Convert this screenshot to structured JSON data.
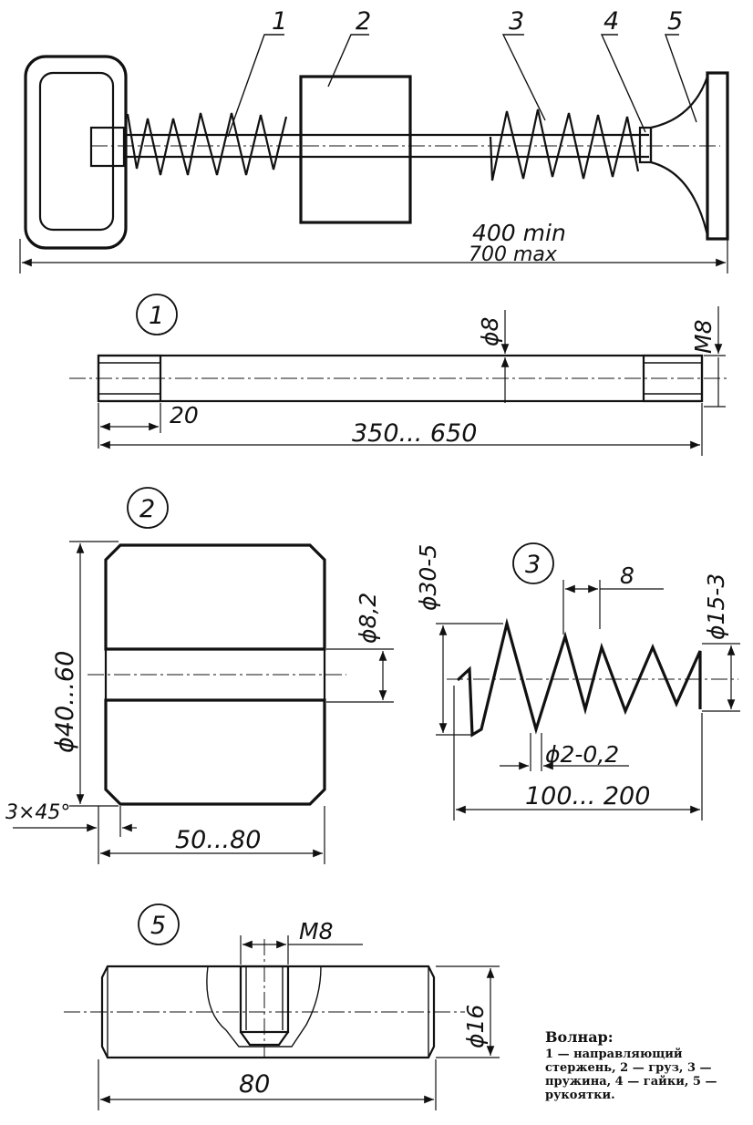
{
  "assembly": {
    "callouts": [
      "1",
      "2",
      "3",
      "4",
      "5"
    ],
    "length_min": "400 min",
    "length_max": "700 max"
  },
  "detail_rod": {
    "number": "1",
    "diameter": "ϕ8",
    "thread": "M8",
    "thread_length": "20",
    "length": "350... 650"
  },
  "detail_weight": {
    "number": "2",
    "diameter": "ϕ40...60",
    "bore": "ϕ8,2",
    "chamfer": "3×45°",
    "length": "50...80"
  },
  "detail_spring": {
    "number": "3",
    "outer_diameter": "ϕ30-5",
    "pitch": "8",
    "inner_diameter": "ϕ15-3",
    "wire": "ϕ2-0,2",
    "length": "100... 200"
  },
  "detail_handle": {
    "number": "5",
    "thread": "M8",
    "diameter": "ϕ16",
    "length": "80"
  },
  "caption": {
    "title": "Волнар:",
    "text": "1 — направляющий стержень, 2 — груз, 3 — пружина, 4 — гайки, 5 — рукоятки."
  }
}
